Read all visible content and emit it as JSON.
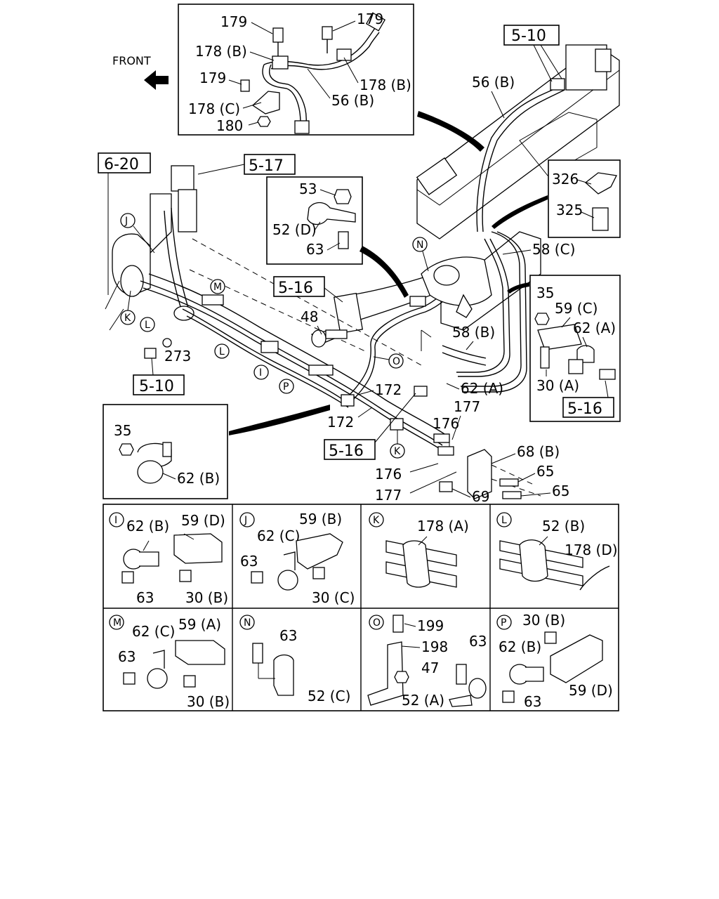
{
  "front_label": "FRONT",
  "callouts": {
    "c179a": "179",
    "c179b": "179",
    "c178Ba": "178 (B)",
    "c179c": "179",
    "c178Bb": "178 (B)",
    "c178C": "178 (C)",
    "c56Ba": "56 (B)",
    "c180": "180",
    "c56Bb": "56 (B)",
    "c53": "53",
    "c52D": "52 (D)",
    "c63a": "63",
    "c326": "326",
    "c325": "325",
    "c58C": "58 (C)",
    "c48": "48",
    "c58B": "58 (B)",
    "c35a": "35",
    "c59C": "59 (C)",
    "c62Aa": "62 (A)",
    "c30A": "30 (A)",
    "c62Ab": "62 (A)",
    "c273": "273",
    "c172a": "172",
    "c172b": "172",
    "c177a": "177",
    "c176a": "176",
    "c176b": "176",
    "c177b": "177",
    "c68B": "68 (B)",
    "c65a": "65",
    "c65b": "65",
    "c69": "69",
    "c35b": "35",
    "c62B": "62 (B)"
  },
  "ref_boxes": {
    "r510a": "5-10",
    "r620": "6-20",
    "r517": "5-17",
    "r516a": "5-16",
    "r510b": "5-10",
    "r516b": "5-16",
    "r516c": "5-16"
  },
  "letters": {
    "J": "J",
    "M": "M",
    "K": "K",
    "L": "L",
    "La": "L",
    "I": "I",
    "P": "P",
    "O": "O",
    "N": "N",
    "K2": "K"
  },
  "details": [
    {
      "letter": "I",
      "labels": [
        "62 (B)",
        "59 (D)",
        "63",
        "30 (B)"
      ]
    },
    {
      "letter": "J",
      "labels": [
        "62 (C)",
        "59 (B)",
        "63",
        "30 (C)"
      ]
    },
    {
      "letter": "K",
      "labels": [
        "178 (A)"
      ]
    },
    {
      "letter": "L",
      "labels": [
        "52 (B)",
        "178 (D)"
      ]
    },
    {
      "letter": "M",
      "labels": [
        "62 (C)",
        "59 (A)",
        "63",
        "30 (B)"
      ]
    },
    {
      "letter": "N",
      "labels": [
        "63",
        "52 (C)"
      ]
    },
    {
      "letter": "O",
      "labels": [
        "199",
        "198",
        "47",
        "63",
        "52 (A)"
      ]
    },
    {
      "letter": "P",
      "labels": [
        "30 (B)",
        "62 (B)",
        "63",
        "59 (D)"
      ]
    }
  ]
}
